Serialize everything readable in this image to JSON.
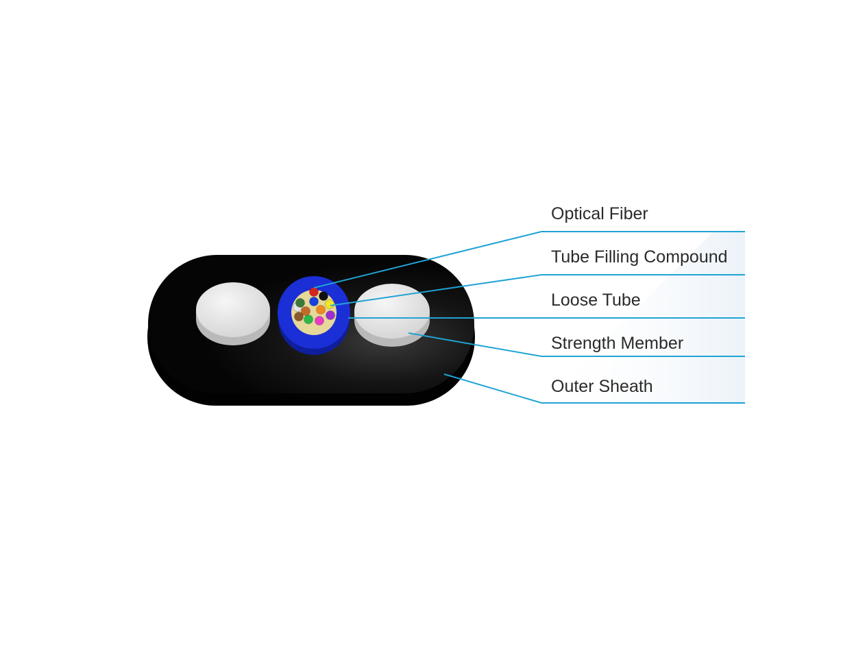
{
  "diagram": {
    "labels": {
      "optical_fiber": "Optical Fiber",
      "tube_filling_compound": "Tube Filling Compound",
      "loose_tube": "Loose Tube",
      "strength_member": "Strength Member",
      "outer_sheath": "Outer Sheath"
    },
    "colors": {
      "leader_line": "#1fa3d4",
      "outer_sheath": "#0b0b0b",
      "strength_member": "#e4e4e4",
      "loose_tube": "#1b2fd6",
      "filling_compound": "#e6d79a"
    },
    "fiber_colors": [
      "#d7231e",
      "#111111",
      "#1840e0",
      "#f2e62a",
      "#f08a1e",
      "#9b2fd3",
      "#e83cc4",
      "#29b94a",
      "#8a5a2b",
      "#e4e4e4",
      "#3a7a3a",
      "#c66a2a"
    ]
  }
}
